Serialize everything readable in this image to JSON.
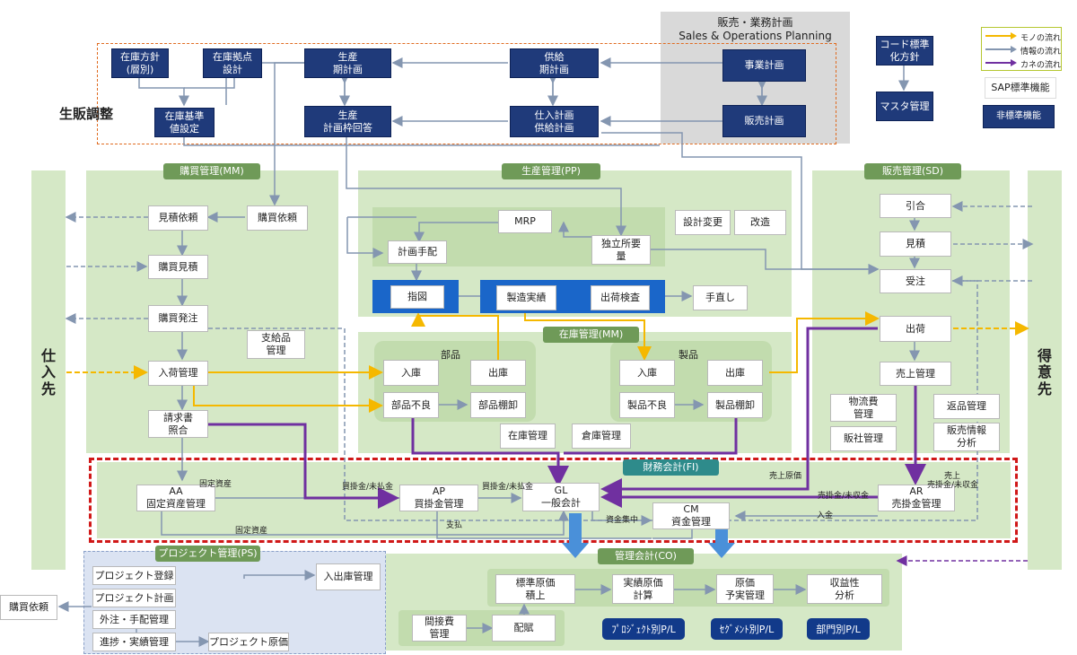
{
  "sop": {
    "title1": "販売・業務計画",
    "title2": "Sales & Operations Planning"
  },
  "seihan": "生販調整",
  "planning": {
    "zaiko_hoshin": "在庫方針\n(層別)",
    "zaiko_kyoten": "在庫拠点\n設計",
    "zaiko_kijun": "在庫基準\n値設定",
    "seisan_kikan": "生産\n期計画",
    "kyokyu_kikan": "供給\n期計画",
    "jigyo": "事業計画",
    "seisan_waku": "生産\n計画枠回答",
    "shiire": "仕入計画\n供給計画",
    "hanbai": "販売計画",
    "code": "コード標準\n化方針",
    "master": "マスタ管理"
  },
  "legend": {
    "items": [
      {
        "label": "モノの流れ",
        "color": "#f5b800"
      },
      {
        "label": "情報の流れ",
        "color": "#8496b0"
      },
      {
        "label": "カネの流れ",
        "color": "#7030a0"
      }
    ],
    "sap": "SAP標準機能",
    "nonstd": "非標準機能"
  },
  "sides": {
    "left": "仕\n入\n先",
    "right": "得\n意\n先"
  },
  "mm": {
    "header": "購買管理(MM)",
    "mitsumori_irai": "見積依頼",
    "konyu_irai": "購買依頼",
    "konyu_mitsumori": "購買見積",
    "konyu_hatchu": "購買発注",
    "shikyuhin": "支給品\n管理",
    "nyuka": "入荷管理",
    "seikyu": "請求書\n照合"
  },
  "pp": {
    "header": "生産管理(PP)",
    "mrp": "MRP",
    "keikaku_tehai": "計画手配",
    "dokuritsu": "独立所要\n量",
    "sekkei": "設計変更",
    "kaizo": "改造",
    "sashizu": "指図",
    "seizo": "製造実績",
    "kensa": "出荷検査",
    "tenaoshi": "手直し"
  },
  "inv": {
    "header": "在庫管理(MM)",
    "buhin": "部品",
    "seihin": "製品",
    "b_nyuko": "入庫",
    "b_shukko": "出庫",
    "b_furyo": "部品不良",
    "b_tana": "部品棚卸",
    "s_nyuko": "入庫",
    "s_shukko": "出庫",
    "s_furyo": "製品不良",
    "s_tana": "製品棚卸",
    "zaiko_kanri": "在庫管理",
    "soko": "倉庫管理"
  },
  "sd": {
    "header": "販売管理(SD)",
    "hikiai": "引合",
    "mitsumori": "見積",
    "juchu": "受注",
    "shukka": "出荷",
    "uriage": "売上管理",
    "butsuryu": "物流費\n管理",
    "henpin": "返品管理",
    "hansha": "販社管理",
    "hanbai_joho": "販売情報\n分析"
  },
  "fi": {
    "header": "財務会計(FI)",
    "aa": "AA\n固定資産管理",
    "ap": "AP\n買掛金管理",
    "gl": "GL\n一般会計",
    "cm": "CM\n資金管理",
    "ar": "AR\n売掛金管理",
    "labels": {
      "kotei1": "固定資産",
      "kaikake1": "買掛金/未払金",
      "kaikake2": "買掛金/未払金",
      "kotei2": "固定資産",
      "shiharai": "支払",
      "shikin": "資金集中",
      "nyukin": "入金",
      "uriage_genka": "売上原価",
      "urikake1": "売掛金/未収金",
      "uriage2": "売上",
      "urikake2": "売掛金/未収金"
    }
  },
  "ps": {
    "header": "プロジェクト管理(PS)",
    "toroku": "プロジェクト登録",
    "keikaku": "プロジェクト計画",
    "gaichu": "外注・手配管理",
    "shinchoku": "進捗・実績管理",
    "genka": "プロジェクト原価",
    "nyushukko": "入出庫管理",
    "konyu_irai": "購買依頼"
  },
  "co": {
    "header": "管理会計(CO)",
    "hyojun": "標準原価\n積上",
    "jisseki": "実績原価\n計算",
    "yojitsu": "原価\n予実管理",
    "shueki": "収益性\n分析",
    "kansetsu": "間接費\n管理",
    "haifu": "配賦",
    "pj_pl": "ﾌﾟﾛｼﾞｪｸﾄ別P/L",
    "seg_pl": "ｾｸﾞﾒﾝﾄ別P/L",
    "bumon_pl": "部門別P/L"
  }
}
